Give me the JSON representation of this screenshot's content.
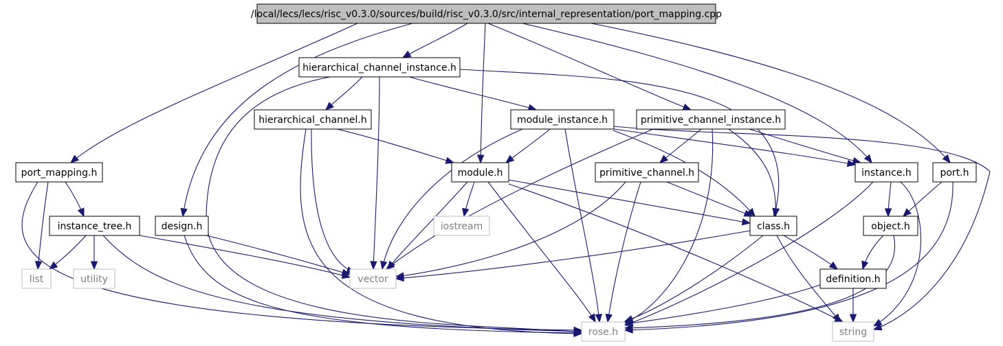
{
  "diagram": {
    "title": "/local/lecs/lecs/risc_v0.3.0/sources/build/risc_v0.3.0/src/internal_representation/port_mapping.cpp",
    "colors": {
      "edge": "#191970",
      "root_fill": "#bfbfbf",
      "node_border": "#000000",
      "external_border": "#bfbfbf",
      "external_text": "#7f7f7f"
    },
    "nodes": {
      "root": "/local/lecs/lecs/risc_v0.3.0/sources/build/risc_v0.3.0/src/internal_representation/port_mapping.cpp",
      "hci": "hierarchical_channel_instance.h",
      "hc": "hierarchical_channel.h",
      "mi": "module_instance.h",
      "pci": "primitive_channel_instance.h",
      "pm": "port_mapping.h",
      "mod": "module.h",
      "pc": "primitive_channel.h",
      "inst": "instance.h",
      "port": "port.h",
      "it": "instance_tree.h",
      "design": "design.h",
      "iostream": "iostream",
      "class": "class.h",
      "object": "object.h",
      "list": "list",
      "utility": "utility",
      "vector": "vector",
      "definition": "definition.h",
      "rose": "rose.h",
      "string": "string"
    },
    "edges": [
      [
        "root",
        "pm"
      ],
      [
        "root",
        "hci"
      ],
      [
        "root",
        "design"
      ],
      [
        "root",
        "mod"
      ],
      [
        "root",
        "pci"
      ],
      [
        "root",
        "inst"
      ],
      [
        "root",
        "port"
      ],
      [
        "hci",
        "hc"
      ],
      [
        "hci",
        "mi"
      ],
      [
        "hci",
        "rose"
      ],
      [
        "hci",
        "vector"
      ],
      [
        "hci",
        "class"
      ],
      [
        "hc",
        "mod"
      ],
      [
        "hc",
        "rose"
      ],
      [
        "hc",
        "vector"
      ],
      [
        "mi",
        "mod"
      ],
      [
        "mi",
        "vector"
      ],
      [
        "mi",
        "rose"
      ],
      [
        "mi",
        "class"
      ],
      [
        "mi",
        "inst"
      ],
      [
        "mi",
        "string"
      ],
      [
        "pci",
        "pc"
      ],
      [
        "pci",
        "vector"
      ],
      [
        "pci",
        "rose"
      ],
      [
        "pci",
        "class"
      ],
      [
        "pci",
        "inst"
      ],
      [
        "pm",
        "it"
      ],
      [
        "pm",
        "list"
      ],
      [
        "pm",
        "rose"
      ],
      [
        "it",
        "list"
      ],
      [
        "it",
        "utility"
      ],
      [
        "it",
        "vector"
      ],
      [
        "it",
        "rose"
      ],
      [
        "design",
        "vector"
      ],
      [
        "design",
        "rose"
      ],
      [
        "mod",
        "iostream"
      ],
      [
        "mod",
        "vector"
      ],
      [
        "mod",
        "class"
      ],
      [
        "mod",
        "rose"
      ],
      [
        "mod",
        "string"
      ],
      [
        "pc",
        "class"
      ],
      [
        "pc",
        "vector"
      ],
      [
        "pc",
        "rose"
      ],
      [
        "inst",
        "object"
      ],
      [
        "inst",
        "rose"
      ],
      [
        "inst",
        "string"
      ],
      [
        "port",
        "object"
      ],
      [
        "port",
        "rose"
      ],
      [
        "class",
        "vector"
      ],
      [
        "class",
        "rose"
      ],
      [
        "class",
        "definition"
      ],
      [
        "class",
        "string"
      ],
      [
        "object",
        "definition"
      ],
      [
        "object",
        "rose"
      ],
      [
        "definition",
        "rose"
      ],
      [
        "definition",
        "string"
      ]
    ]
  }
}
